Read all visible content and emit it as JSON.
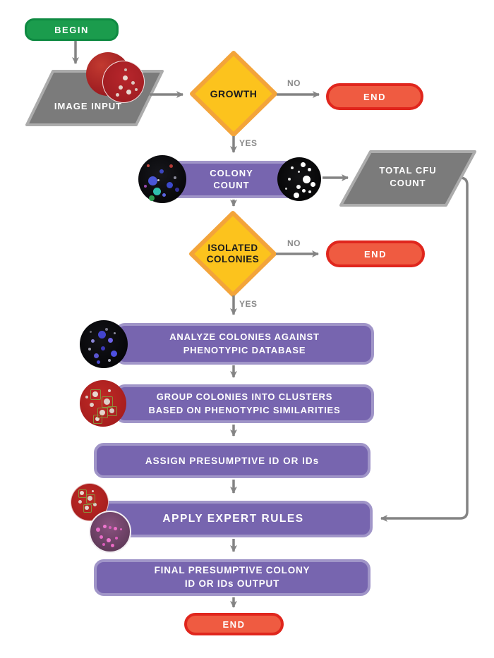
{
  "nodes": {
    "begin": {
      "label": "BEGIN"
    },
    "image_input": {
      "label": "IMAGE INPUT"
    },
    "growth": {
      "label": "GROWTH"
    },
    "end_growth": {
      "label": "END"
    },
    "colony_count": {
      "line1": "COLONY",
      "line2": "COUNT"
    },
    "total_cfu": {
      "line1": "TOTAL CFU",
      "line2": "COUNT"
    },
    "isolated": {
      "line1": "ISOLATED",
      "line2": "COLONIES"
    },
    "end_isolated": {
      "label": "END"
    },
    "analyze": {
      "line1": "ANALYZE COLONIES AGAINST",
      "line2": "PHENOTYPIC DATABASE"
    },
    "group": {
      "line1": "GROUP COLONIES INTO CLUSTERS",
      "line2": "BASED ON PHENOTYPIC SIMILARITIES"
    },
    "assign": {
      "label": "ASSIGN PRESUMPTIVE ID OR IDs"
    },
    "apply": {
      "label": "APPLY EXPERT RULES"
    },
    "final": {
      "line1": "FINAL PRESUMPTIVE COLONY",
      "line2": "ID OR IDs OUTPUT"
    },
    "end_final": {
      "label": "END"
    }
  },
  "edge_labels": {
    "growth_no": "NO",
    "growth_yes": "YES",
    "isolated_no": "NO",
    "isolated_yes": "YES"
  },
  "images": [
    "red-blood-agar-dish-photo",
    "black-dish-colored-colonies-photo",
    "black-dish-white-colonies-photo",
    "black-dish-blue-colonies-photo",
    "red-dish-detected-colonies-photo",
    "red-dish-detected-colonies-small-photo",
    "purple-dish-pink-colonies-photo"
  ],
  "colors": {
    "process_purple": "#7765af",
    "process_purple_border": "#a095c8",
    "decision_yellow": "#fcc31d",
    "decision_border": "#f3a43a",
    "terminator_green": "#1b9c4d",
    "terminator_red": "#ef5b41",
    "terminator_red_border": "#e0261d",
    "io_gray": "#7b7b7b",
    "io_gray_border": "#acacac",
    "arrow_gray": "#848484"
  }
}
